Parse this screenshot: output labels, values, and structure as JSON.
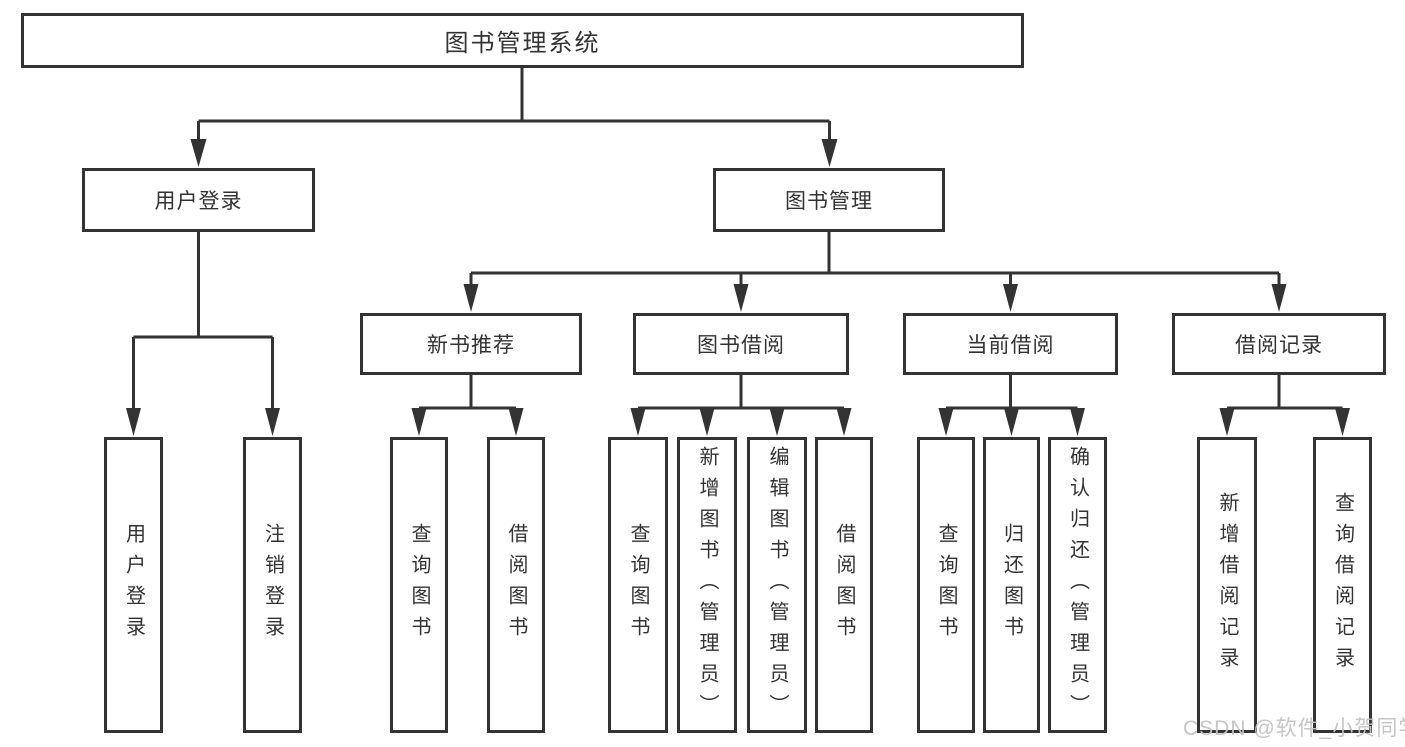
{
  "diagram": {
    "title": "图书管理系统",
    "level2": {
      "user_login": "用户登录",
      "book_management": "图书管理"
    },
    "level3": {
      "new_book_recommend": "新书推荐",
      "book_borrow": "图书借阅",
      "current_borrow": "当前借阅",
      "borrow_record": "借阅记录"
    },
    "leaves": {
      "user_login": [
        "用户登录",
        "注销登录"
      ],
      "new_book_recommend": [
        "查询图书",
        "借阅图书"
      ],
      "book_borrow": [
        "查询图书",
        "新增图书（管理员）",
        "编辑图书（管理员）",
        "借阅图书"
      ],
      "current_borrow": [
        "查询图书",
        "归还图书",
        "确认归还（管理员）"
      ],
      "borrow_record": [
        "新增借阅记录",
        "查询借阅记录"
      ]
    },
    "watermark": "CSDN @软件_小贺同学",
    "colors": {
      "box_border": "#333333",
      "line": "#333333",
      "text": "#333333",
      "background": "#ffffff",
      "watermark": "#c3c3c3"
    }
  }
}
